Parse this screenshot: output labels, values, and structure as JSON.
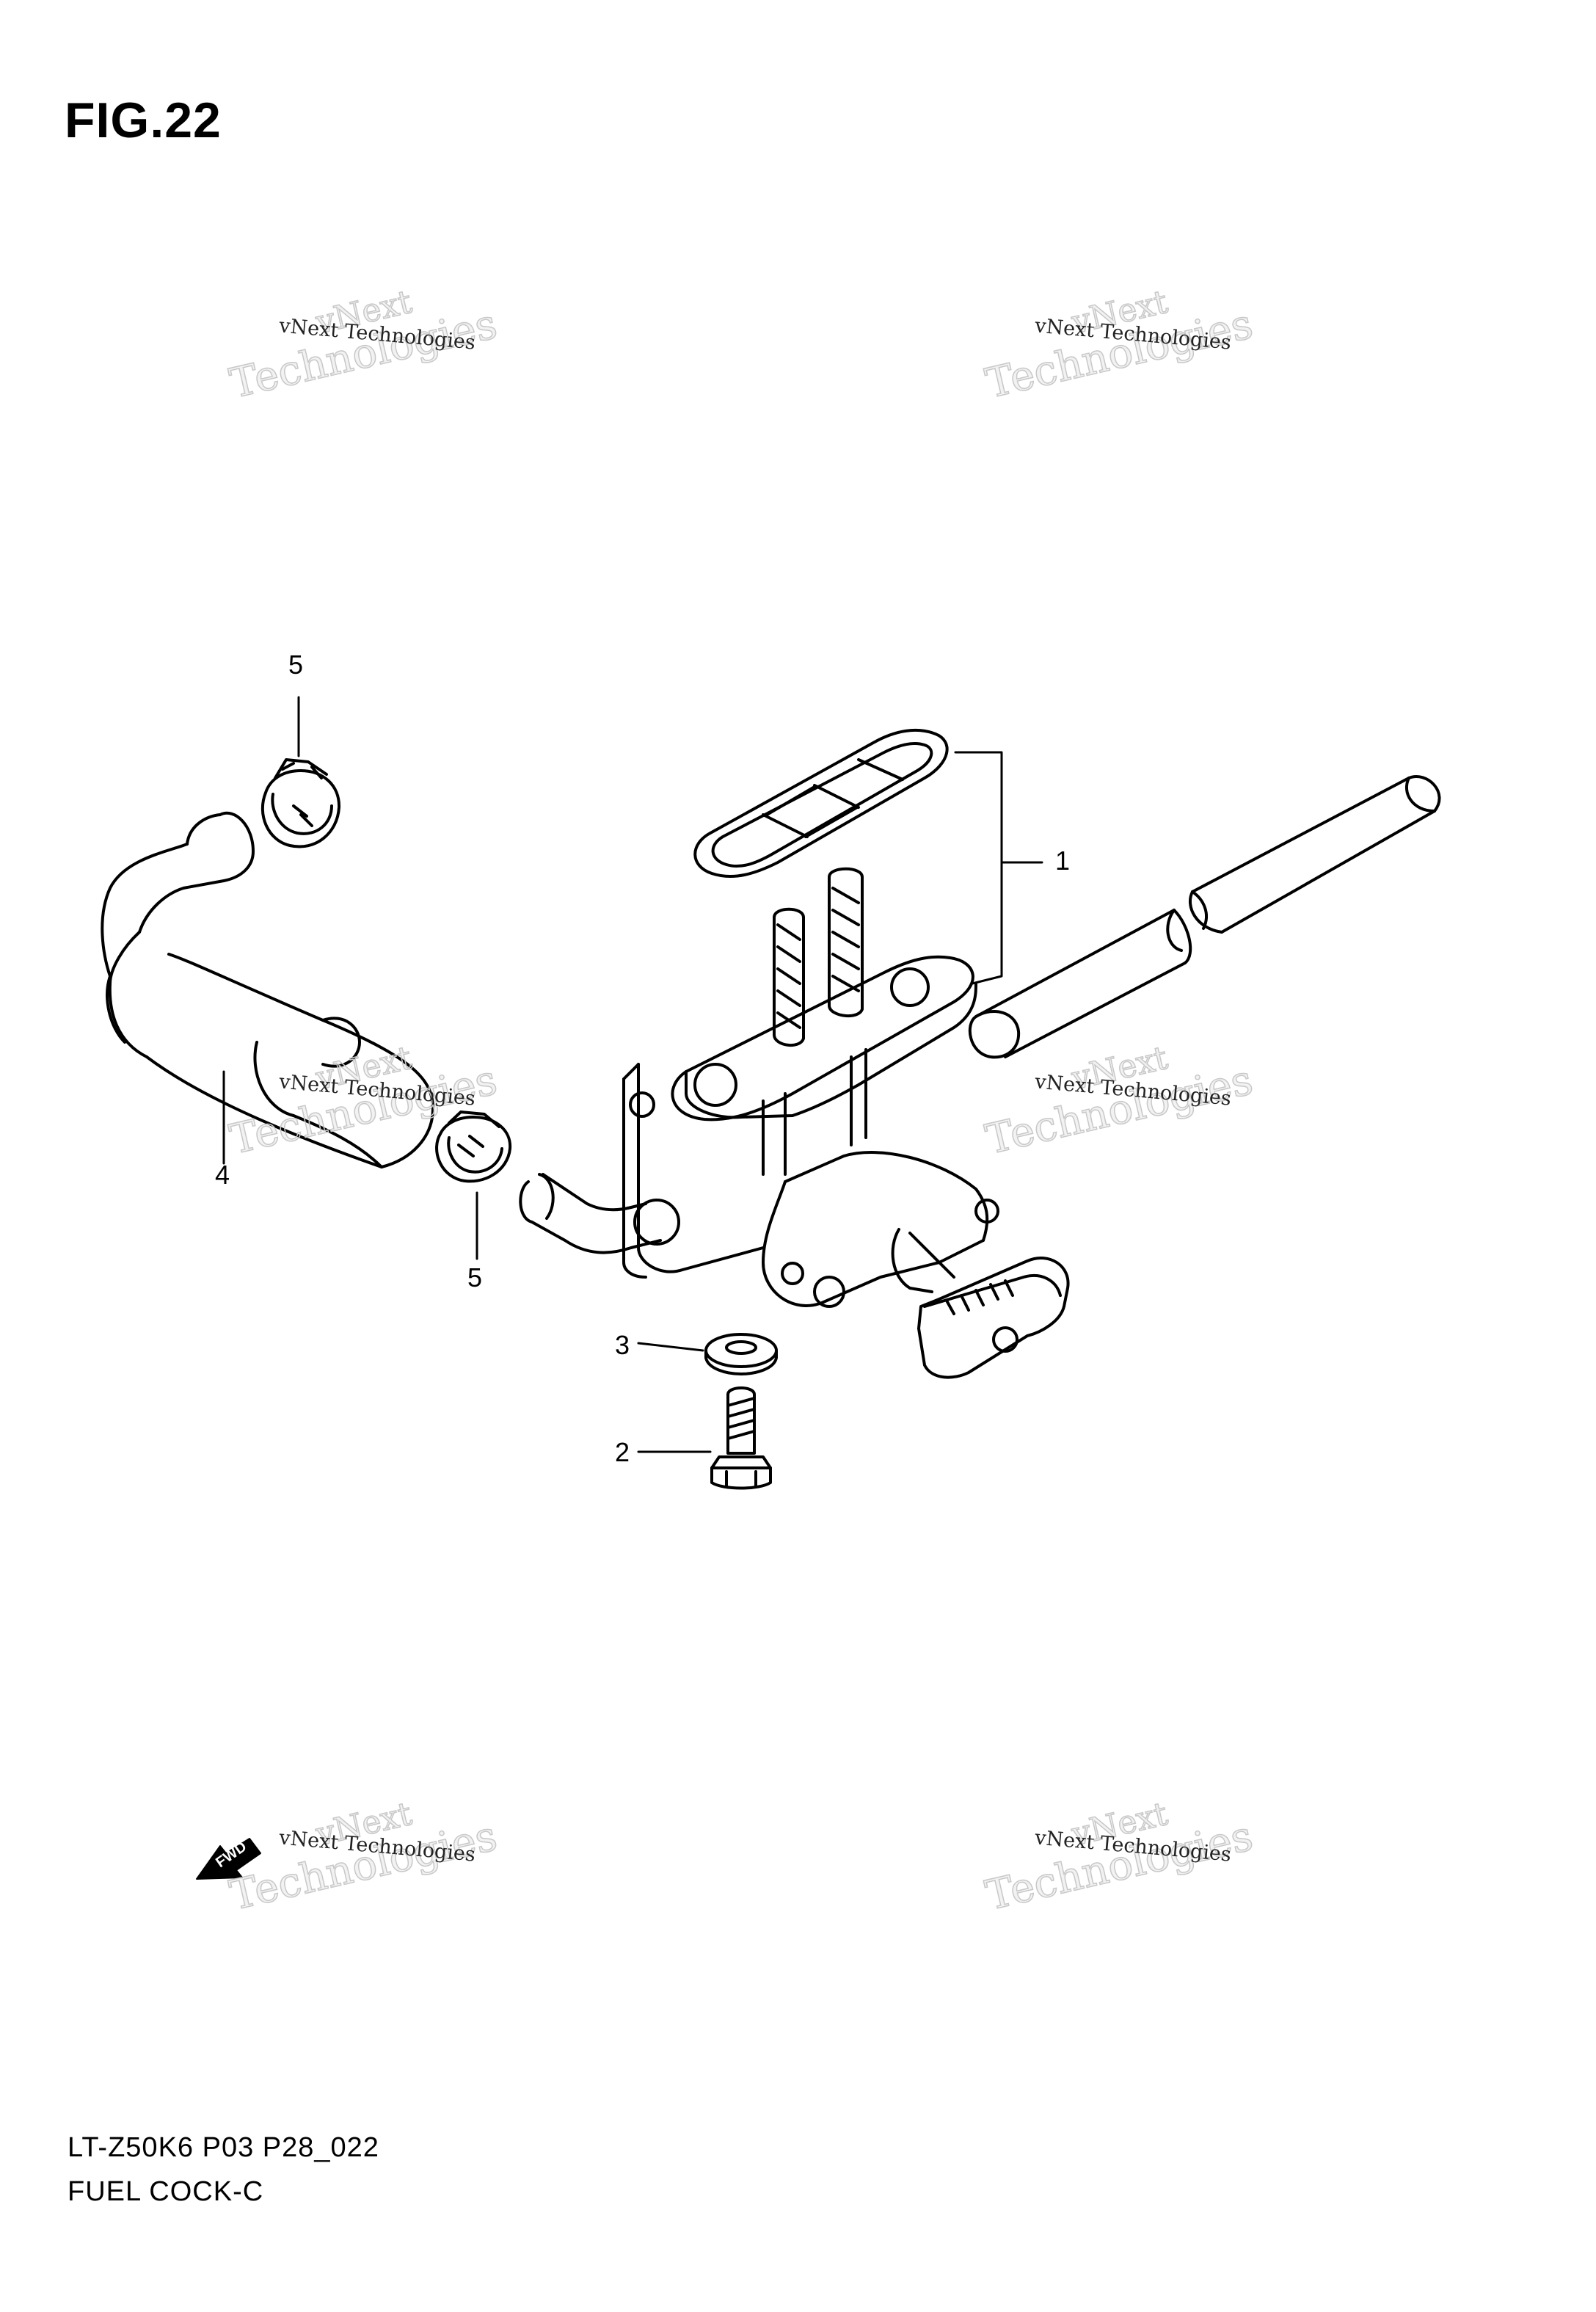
{
  "figure": {
    "title": "FIG.22"
  },
  "callouts": {
    "part1": "1",
    "part2": "2",
    "part3": "3",
    "part4": "4",
    "part5_top": "5",
    "part5_bottom": "5"
  },
  "footer": {
    "model_code": "LT-Z50K6 P03 P28_022",
    "section_name": "FUEL COCK-C"
  },
  "forward_arrow": {
    "label": "FWD"
  },
  "watermark": {
    "line1": "vNext Technologies",
    "word1": "vNext",
    "word2": "Technologies"
  }
}
